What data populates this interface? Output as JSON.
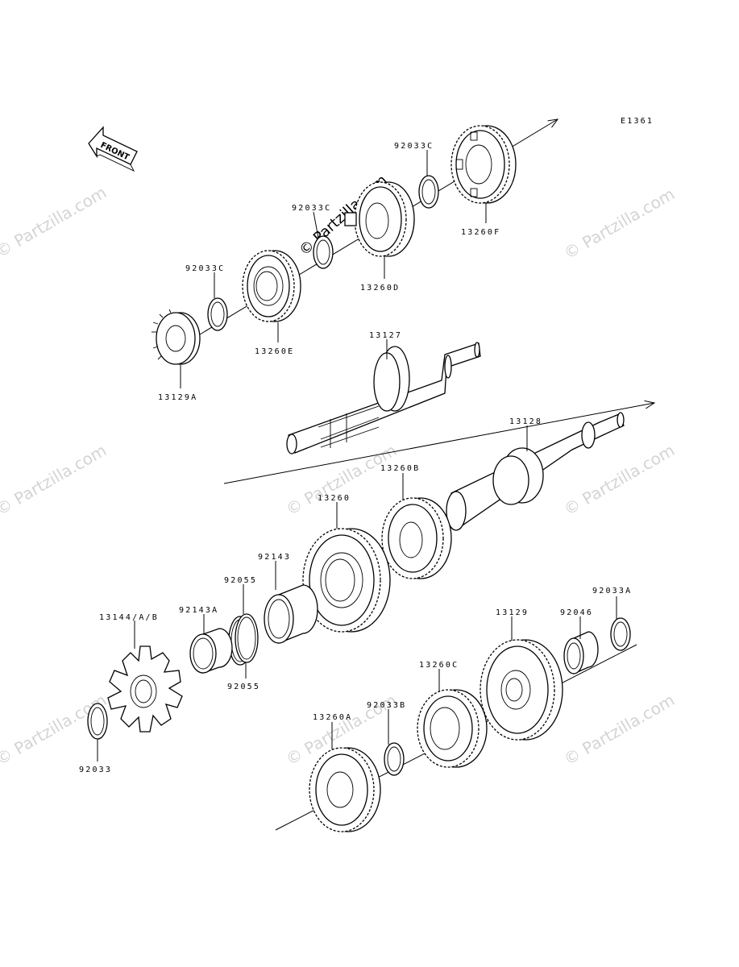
{
  "diagram_code": "E1361",
  "front_label": "FRONT",
  "watermark_text": "© Partzilla.com",
  "colors": {
    "ink": "#000000",
    "watermark": "#d4d4d4",
    "background": "#ffffff"
  },
  "labels": {
    "p92033C_top": "92033C",
    "p13260F": "13260F",
    "p92033C_mid": "92033C",
    "p13260D": "13260D",
    "p92033C_left": "92033C",
    "p13260E": "13260E",
    "p13129A": "13129A",
    "p13127": "13127",
    "p13128": "13128",
    "p13260B": "13260B",
    "p13260": "13260",
    "p92143": "92143",
    "p92055_top": "92055",
    "p92143A": "92143A",
    "p92055_bottom": "92055",
    "p13144": "13144/A/B",
    "p92033": "92033",
    "p13129": "13129",
    "p92046": "92046",
    "p92033A": "92033A",
    "p13260C": "13260C",
    "p92033B": "92033B",
    "p13260A": "13260A"
  }
}
